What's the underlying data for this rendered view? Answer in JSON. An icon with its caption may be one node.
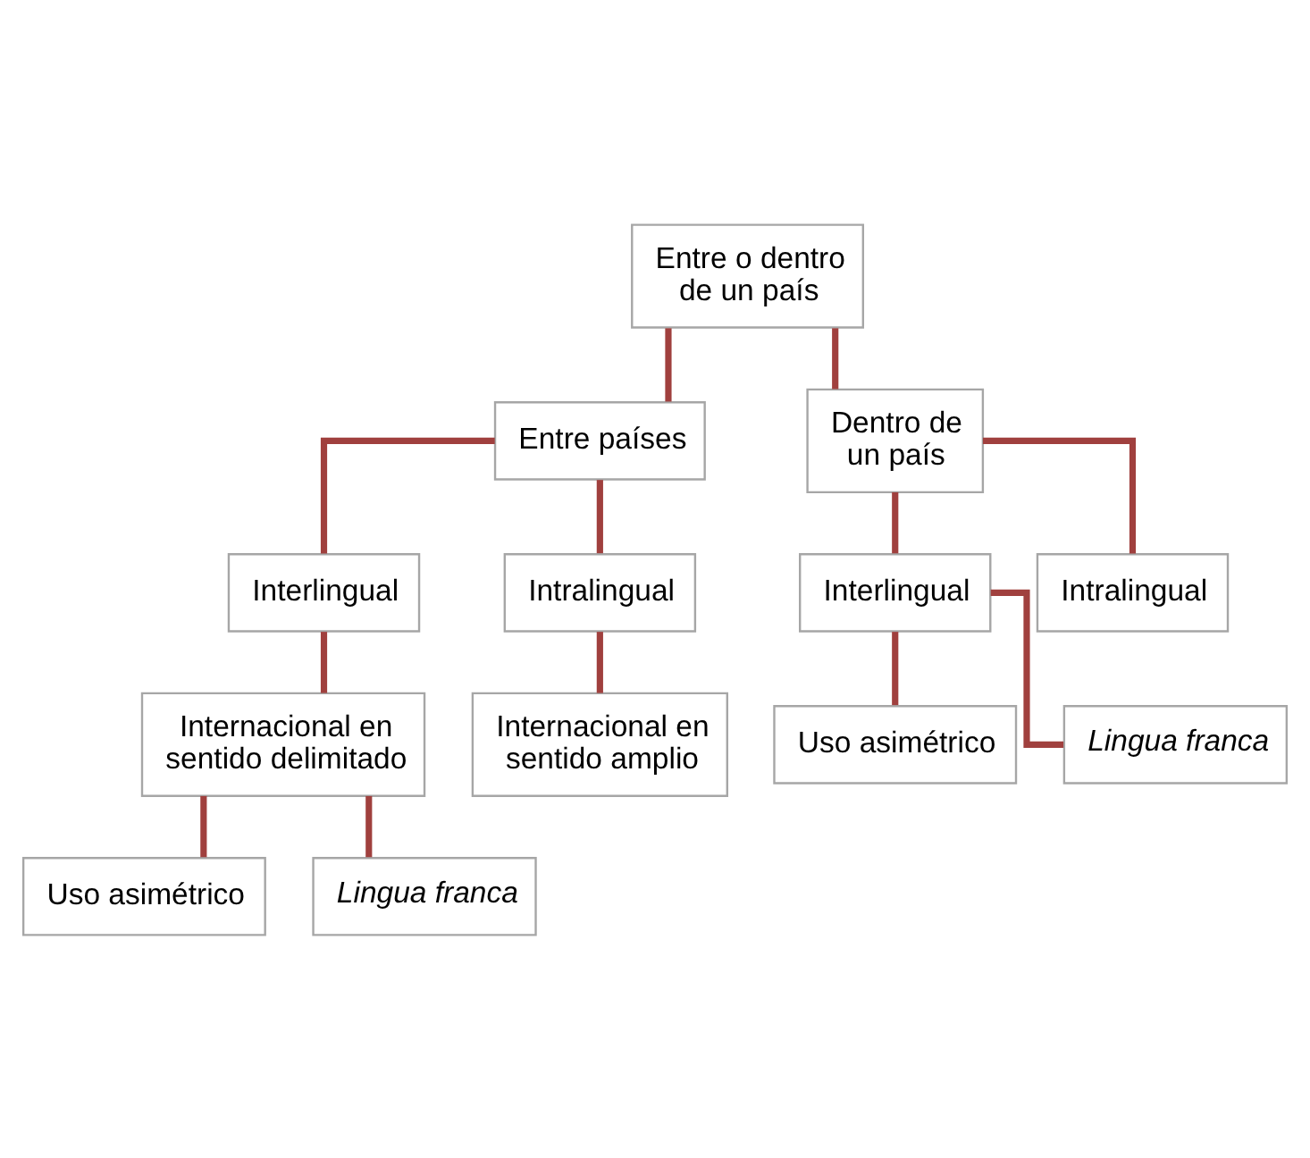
{
  "diagram": {
    "nodes": [
      {
        "text": [
          "Entre o dentro de un país"
        ]
      },
      {
        "text": [
          "Entre países"
        ]
      },
      {
        "text": [
          "Dentro de un país"
        ]
      },
      {
        "text": [
          "Interlingual"
        ]
      },
      {
        "text": [
          "Intralingual"
        ]
      },
      {
        "text": [
          "Interlingual"
        ]
      },
      {
        "text": [
          "Intralingual"
        ]
      },
      {
        "text": [
          "Internacional en sentido delimitado"
        ]
      },
      {
        "text": [
          "Internacional en sentido amplio"
        ]
      },
      {
        "text": [
          "Uso asimétrico"
        ]
      },
      {
        "text": [
          "Lingua franca"
        ]
      },
      {
        "text": [
          "Uso asimétrico"
        ]
      },
      {
        "text": [
          "Lingua franca"
        ]
      }
    ],
    "edges": [
      {
        "from": 0,
        "to": 1,
        "arrow": "none"
      },
      {
        "from": 0,
        "to": 2,
        "arrow": "none"
      },
      {
        "from": 1,
        "to": 3,
        "arrow": "none"
      },
      {
        "from": 1,
        "to": 4,
        "arrow": "none"
      },
      {
        "from": 2,
        "to": 5,
        "arrow": "none"
      },
      {
        "from": 2,
        "to": 6,
        "arrow": "none"
      },
      {
        "from": 3,
        "to": 7,
        "arrow": "none"
      },
      {
        "from": 4,
        "to": 8,
        "arrow": "none"
      },
      {
        "from": 5,
        "to": 9,
        "arrow": "none"
      },
      {
        "from": 5,
        "to": 10,
        "arrow": "none"
      },
      {
        "from": 7,
        "to": 11,
        "arrow": "none"
      },
      {
        "from": 7,
        "to": 12,
        "arrow": "none"
      }
    ]
  }
}
